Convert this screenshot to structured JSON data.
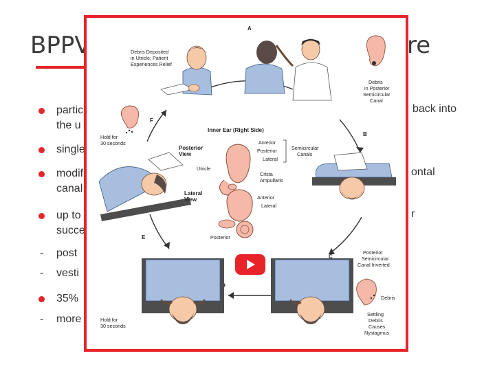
{
  "slide": {
    "title_left": "BPPV",
    "title_right": "re",
    "bullets": [
      {
        "kind": "dot",
        "line1": "partic",
        "line2": "the u",
        "right": "back into"
      },
      {
        "kind": "dot",
        "line1": "single",
        "right": ""
      },
      {
        "kind": "dot",
        "line1": "modif",
        "line2": "canal",
        "right": "ontal"
      },
      {
        "kind": "dot",
        "line1": "up to",
        "line2": "succe",
        "right": "r"
      },
      {
        "kind": "dash",
        "line1": "post"
      },
      {
        "kind": "dash",
        "line1": "vesti"
      },
      {
        "kind": "dot",
        "line1": "35%"
      },
      {
        "kind": "dash",
        "line1": "more"
      }
    ]
  },
  "figure": {
    "steps": {
      "a": "A",
      "b": "B",
      "c": "C",
      "d": "D",
      "e": "E",
      "f": "F"
    },
    "caption_f": [
      "Debris Deposited",
      "in Utricle; Patient",
      "Experiences Relief"
    ],
    "caption_a": [
      "Debris",
      "in Posterior",
      "Semicircular",
      "Canal"
    ],
    "hold_top": [
      "Hold for",
      "30 seconds"
    ],
    "hold_bottom": [
      "Hold for",
      "30 seconds"
    ],
    "inner_ear_title": "Inner Ear (Right Side)",
    "posterior_view": [
      "Posterior",
      "View"
    ],
    "lateral_view": [
      "Lateral",
      "View"
    ],
    "labels": {
      "anterior": "Anterior",
      "posterior": "Posterior",
      "lateral": "Lateral",
      "semicircular": [
        "Semicircular",
        "Canals"
      ],
      "utricle": "Utricle",
      "crista": [
        "Crista",
        "Ampullaris"
      ],
      "anterior2": "Anterior",
      "lateral2": "Lateral",
      "posterior2": "Posterior"
    },
    "caption_c": [
      "Posterior",
      "Semicircular",
      "Canal Inverted"
    ],
    "debris": "Debris",
    "caption_d": [
      "Settling",
      "Debris",
      "Causes",
      "Nystagmus"
    ]
  },
  "player": {
    "play_icon": "play-icon",
    "brand_color": "#e8232a"
  }
}
